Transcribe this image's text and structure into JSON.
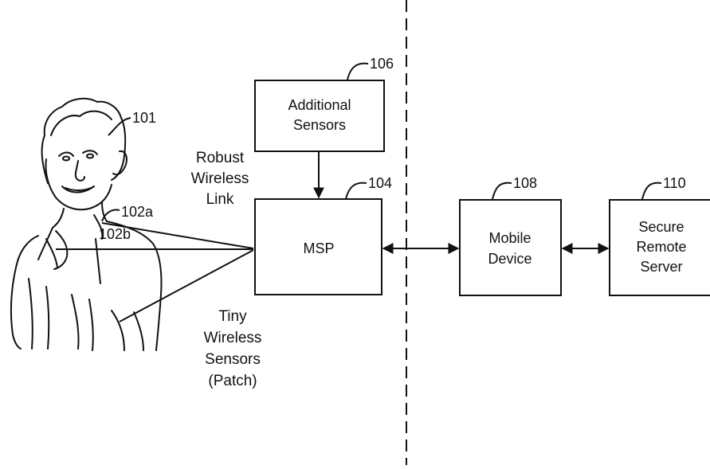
{
  "colors": {
    "ink": "#111111",
    "background": "#ffffff"
  },
  "figure": {
    "person": {
      "ref": "101",
      "icon": "person-sketch"
    },
    "sensors": {
      "ref_a": "102a",
      "ref_b": "102b"
    },
    "additional_sensors": {
      "ref": "106",
      "line1": "Additional",
      "line2": "Sensors"
    },
    "msp": {
      "ref": "104",
      "label": "MSP"
    },
    "mobile_device": {
      "ref": "108",
      "line1": "Mobile",
      "line2": "Device"
    },
    "secure_remote_server": {
      "ref": "110",
      "line1": "Secure",
      "line2": "Remote",
      "line3": "Server"
    },
    "robust_link": {
      "line1": "Robust",
      "line2": "Wireless",
      "line3": "Link"
    },
    "tiny_sensors": {
      "line1": "Tiny",
      "line2": "Wireless",
      "line3": "Sensors",
      "line4": "(Patch)"
    }
  }
}
